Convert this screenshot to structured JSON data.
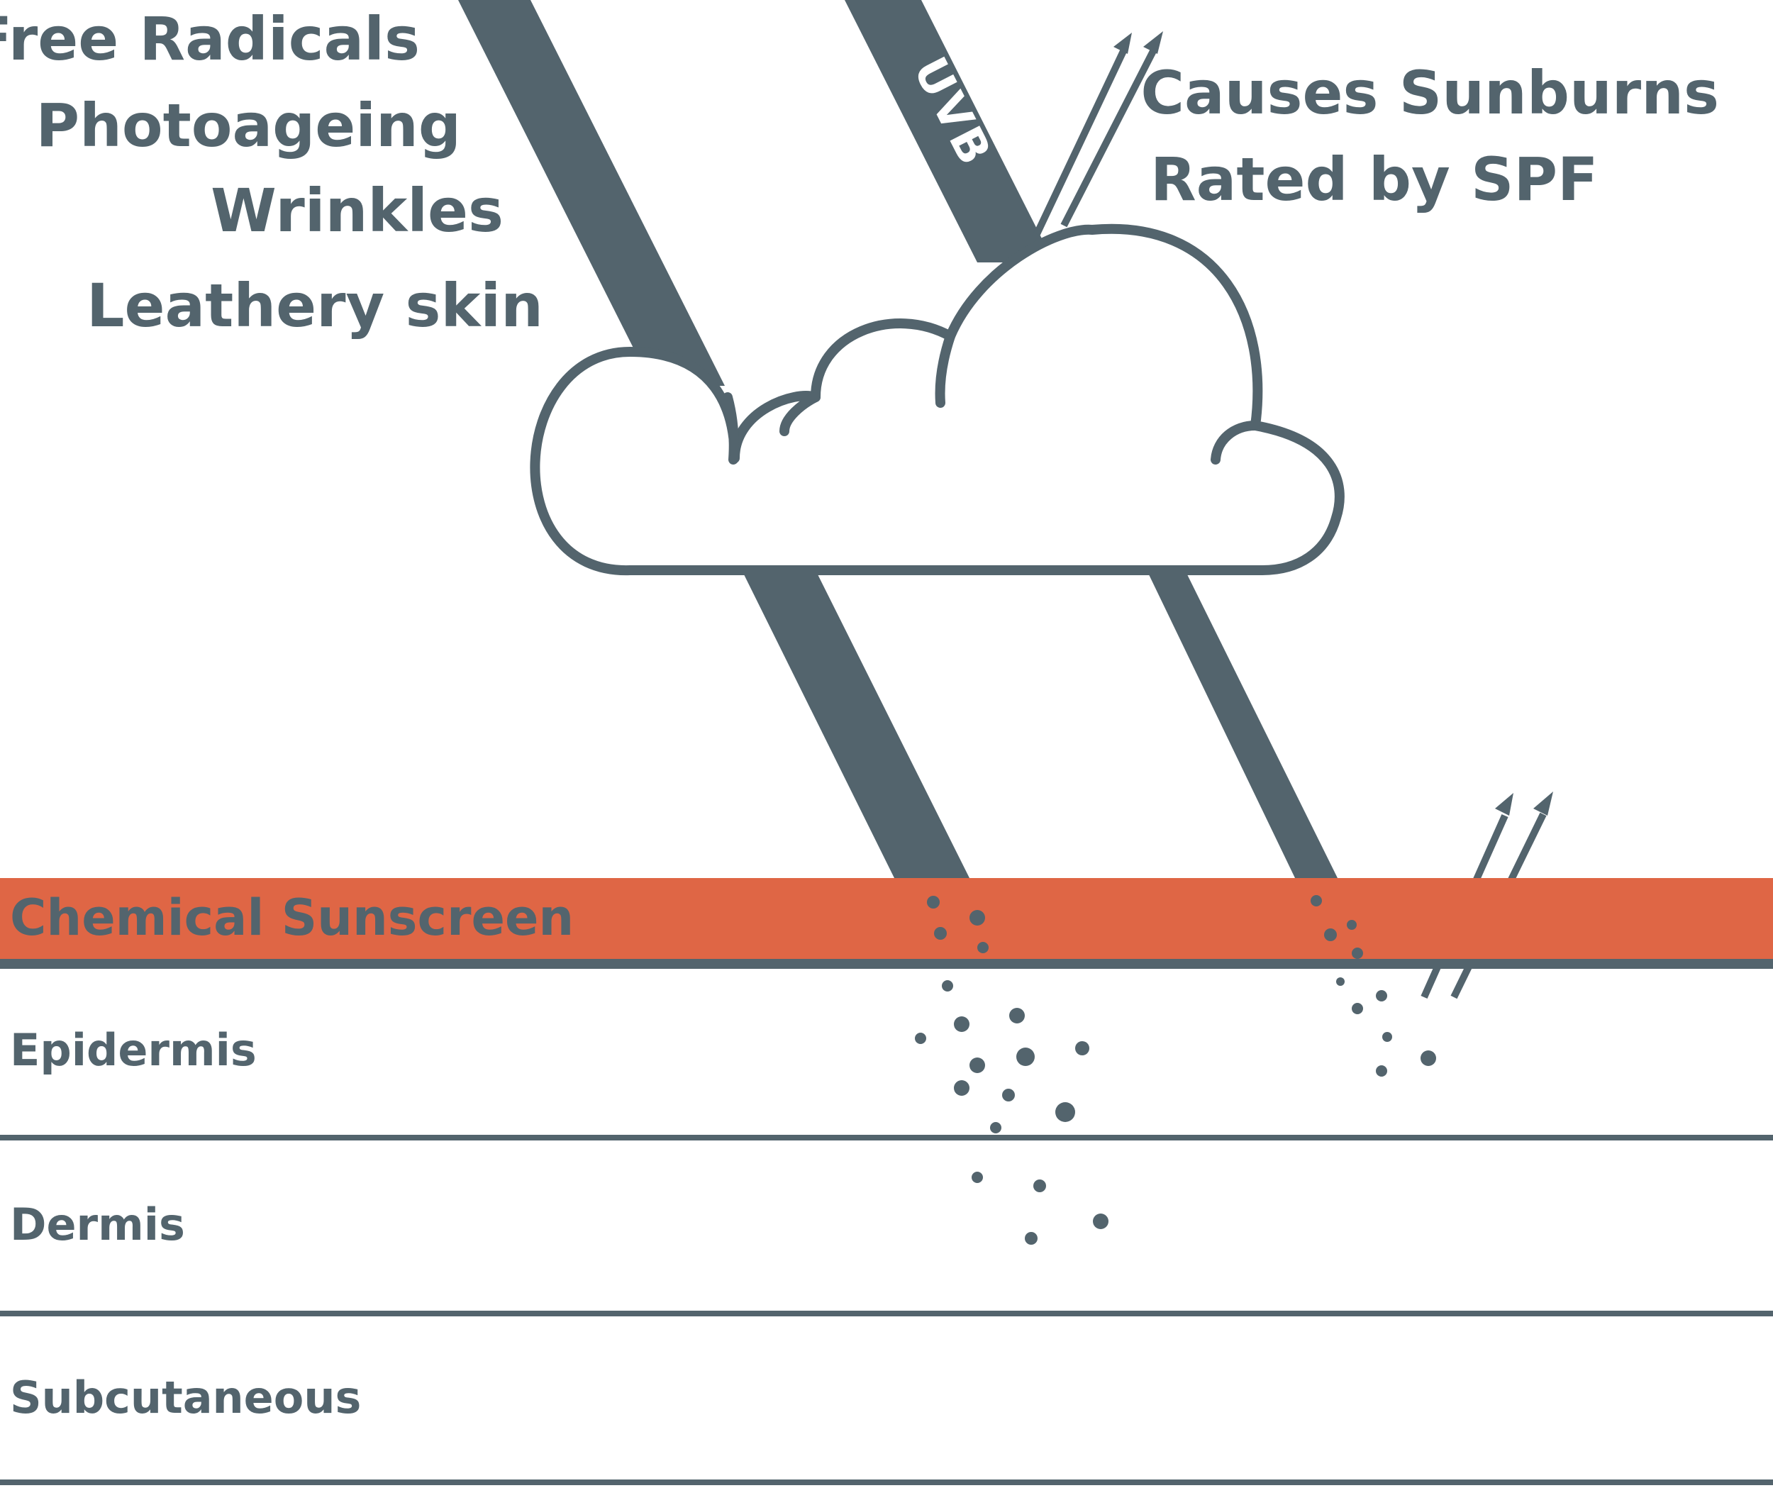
{
  "uva_effects": [
    "Free Radicals",
    "Photoageing",
    "Wrinkles",
    "Leathery skin"
  ],
  "uvb_effects": [
    "Causes Sunburns",
    "Rated by SPF"
  ],
  "uvb_beam_label": "UVB",
  "sunscreen_label": "Chemical Sunscreen",
  "skin_layers": [
    "Epidermis",
    "Dermis",
    "Subcutaneous"
  ],
  "colors": {
    "ink": "#53646d",
    "sunscreen": "#df6645",
    "background": "#ffffff"
  }
}
